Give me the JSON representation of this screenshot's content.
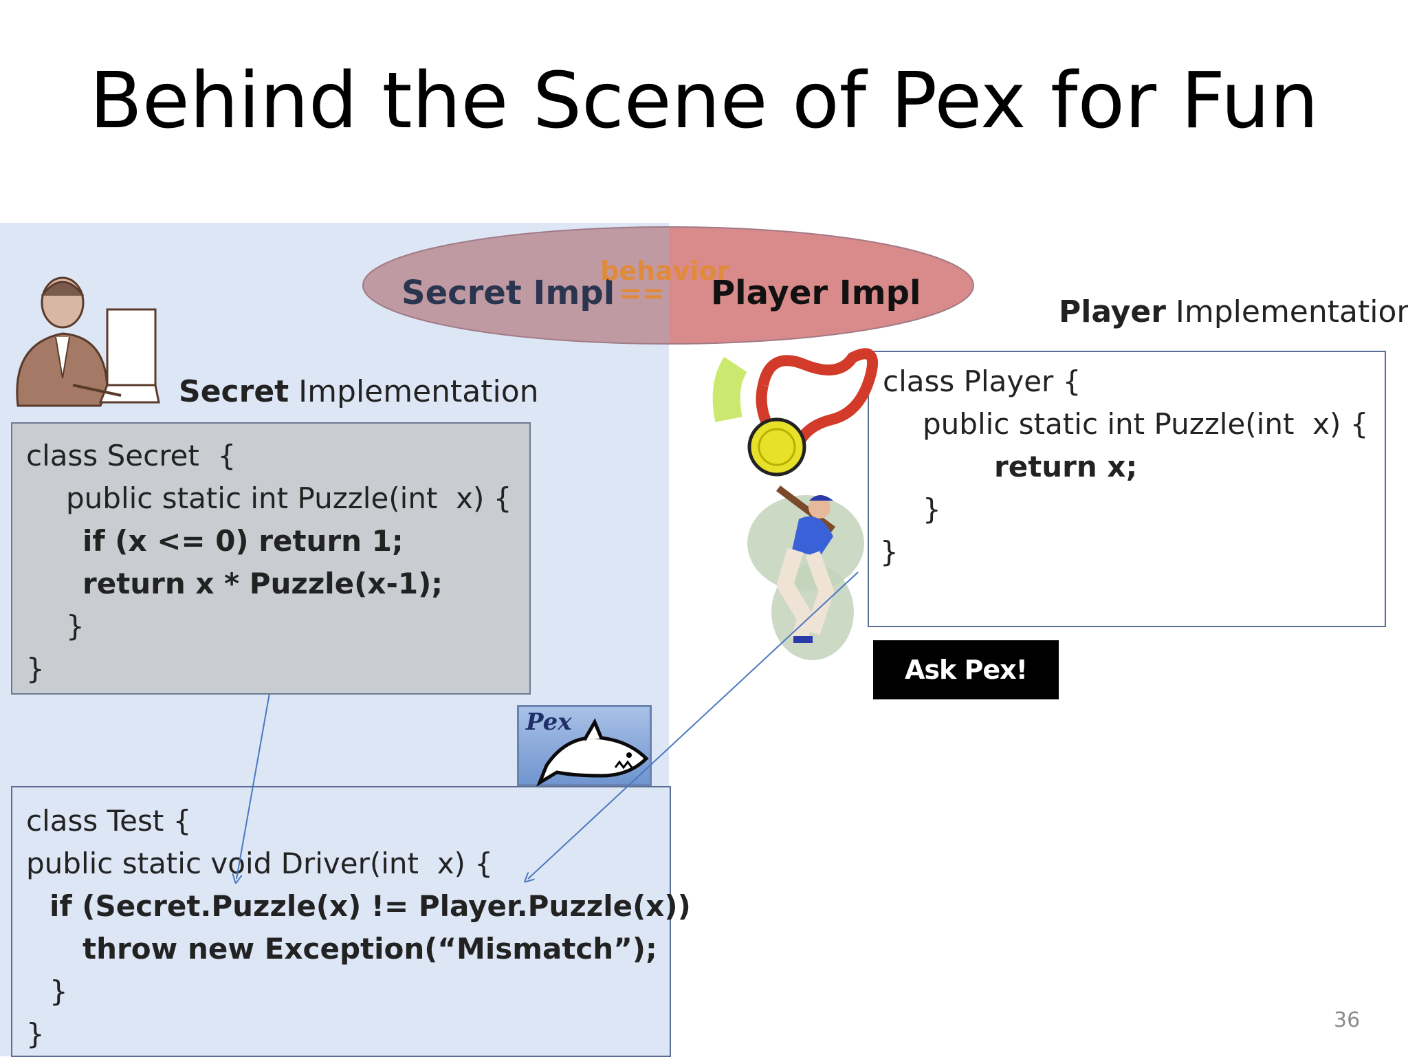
{
  "slide": {
    "title": "Behind the Scene of Pex for Fun",
    "page_number": "36"
  },
  "ellipse": {
    "left_label": "Secret Impl",
    "middle_label_top": "behavior",
    "middle_label_bottom": "==",
    "right_label": "Player Impl"
  },
  "secret": {
    "heading_bold": "Secret",
    "heading_rest": " Implementation",
    "code": [
      {
        "text": "class Secret  {",
        "bold": false,
        "indent": 0
      },
      {
        "text": "public static int Puzzle(int  x) {",
        "bold": false,
        "indent": 1
      },
      {
        "text": "if (x <= 0) return 1;",
        "bold": true,
        "indent": 2
      },
      {
        "text": "return x * Puzzle(x-1);",
        "bold": true,
        "indent": 2
      },
      {
        "text": "}",
        "bold": false,
        "indent": 3
      },
      {
        "text": "}",
        "bold": false,
        "indent": 0
      }
    ]
  },
  "player": {
    "heading_bold": "Player",
    "heading_rest": " Implementation",
    "code_line1": "class Player {",
    "code_line2": "public static int Puzzle(int  x) {",
    "code_line3": "return x;",
    "code_line4": "}",
    "code_line5": "}"
  },
  "test": {
    "code_line1": "class Test {",
    "code_line2": "public static void Driver(int  x) {",
    "code_line3": "if (Secret.Puzzle(x) != Player.Puzzle(x))",
    "code_line4": "throw new Exception(“Mismatch”);",
    "code_line5": "}",
    "code_line6": "}"
  },
  "ask_button": {
    "label": "Ask Pex!"
  },
  "pex_logo": {
    "text": "Pex"
  },
  "colors": {
    "left_panel": "#dde6f5",
    "secret_box": "#c9ccd1",
    "ellipse_left": "#c09aa3",
    "ellipse_right": "#d98a8a",
    "behavior_text": "#e08a3c",
    "arrow": "#4a78c0"
  },
  "icons": [
    "businessman-at-computer-icon",
    "gold-medal-icon",
    "baseball-batter-icon",
    "pex-shark-logo-icon"
  ]
}
